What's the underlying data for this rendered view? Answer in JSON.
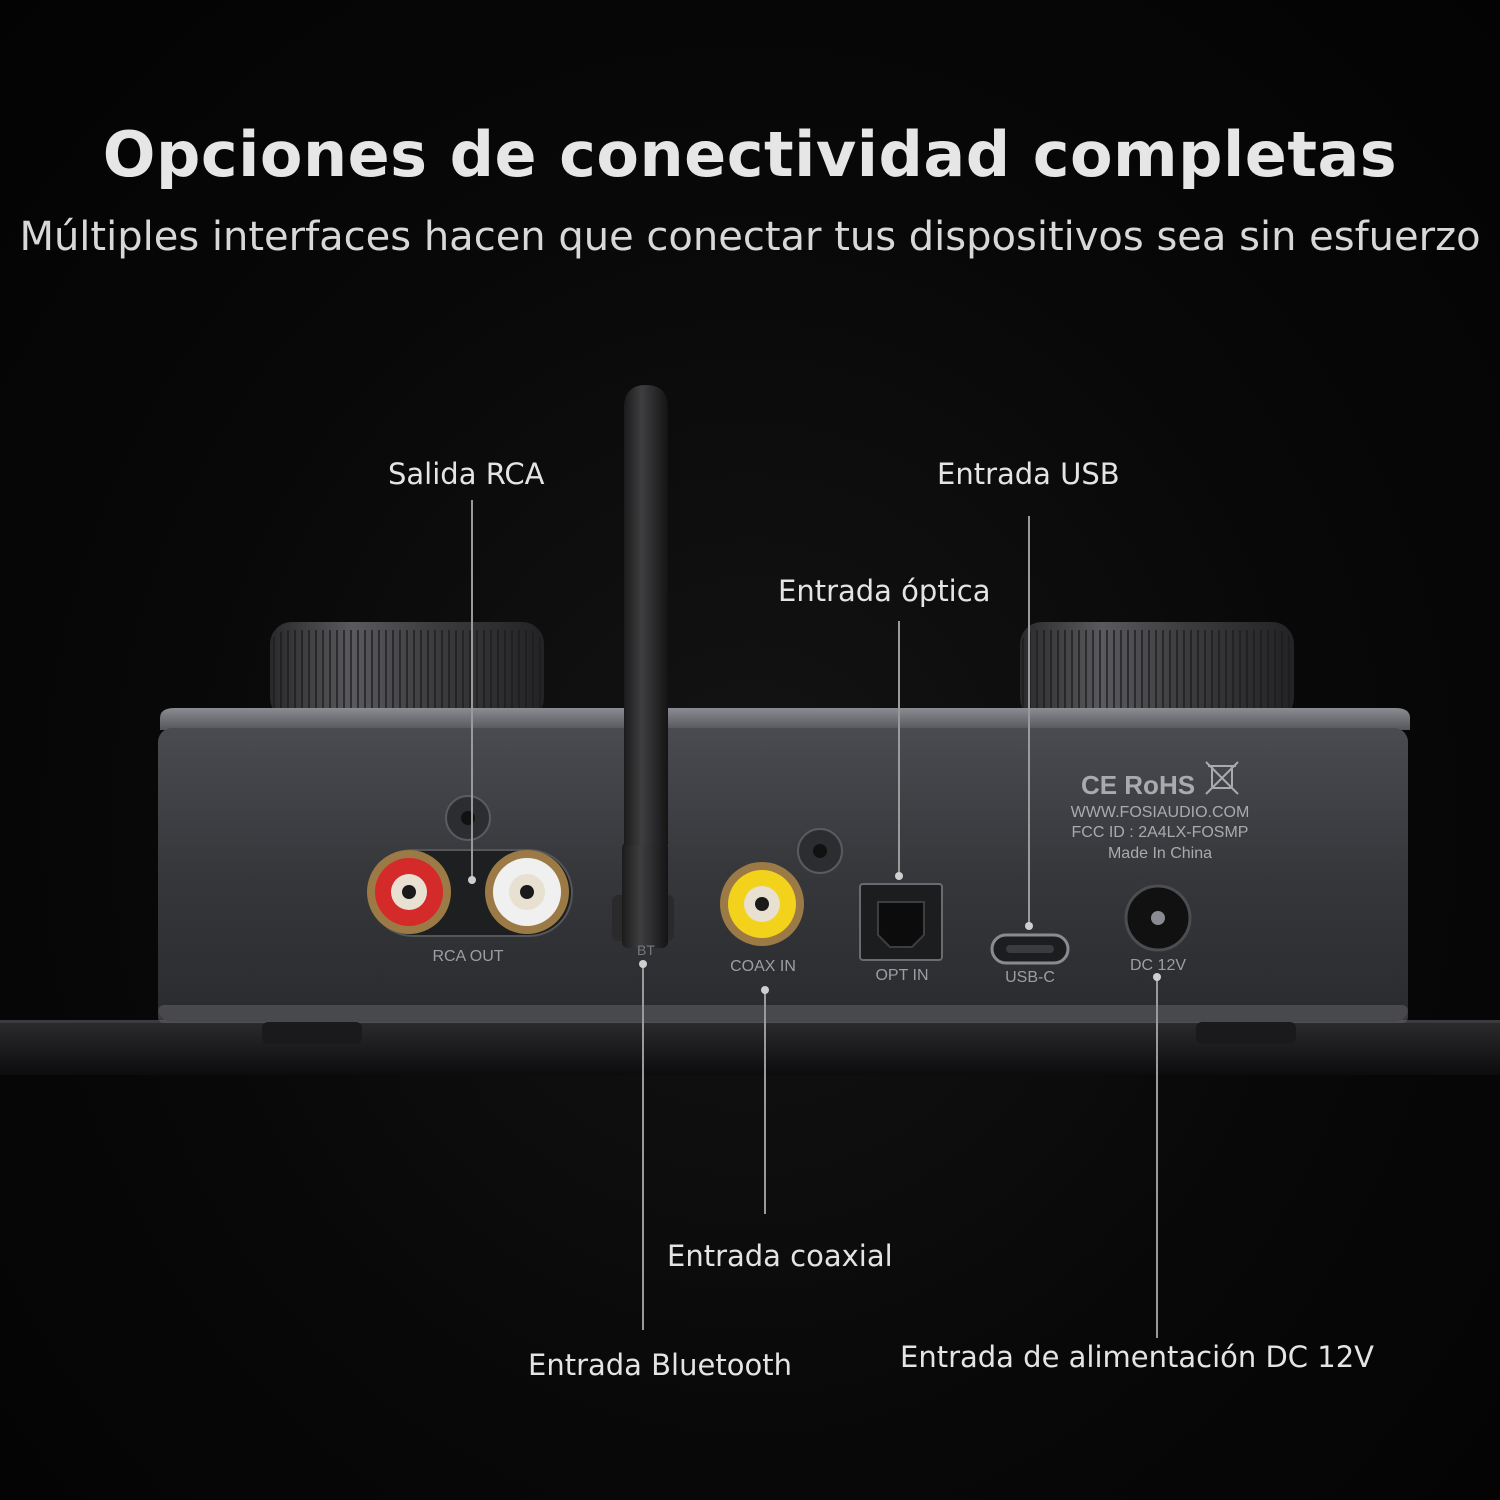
{
  "header": {
    "title": "Opciones de conectividad completas",
    "subtitle": "Múltiples interfaces hacen que conectar tus dispositivos sea sin esfuerzo"
  },
  "callouts": {
    "rca_out": "Salida RCA",
    "usb_in": "Entrada USB",
    "optical_in": "Entrada óptica",
    "coax_in": "Entrada coaxial",
    "bluetooth_in": "Entrada Bluetooth",
    "dc_in": "Entrada de alimentación DC 12V"
  },
  "device": {
    "port_labels": {
      "rca": "RCA OUT",
      "bt": "BT",
      "coax": "COAX IN",
      "opt": "OPT IN",
      "usb": "USB-C",
      "dc": "DC 12V"
    },
    "cert_marks": "CE RoHS",
    "website": "WWW.FOSIAUDIO.COM",
    "fcc_id": "FCC ID : 2A4LX-FOSMP",
    "origin": "Made In China"
  },
  "colors": {
    "background": "#050505",
    "chassis": "#3a3b3f",
    "rca_red": "#d42a2a",
    "rca_white": "#f0f0f0",
    "coax_yellow": "#f2d21b",
    "text": "#e4e4e4"
  }
}
